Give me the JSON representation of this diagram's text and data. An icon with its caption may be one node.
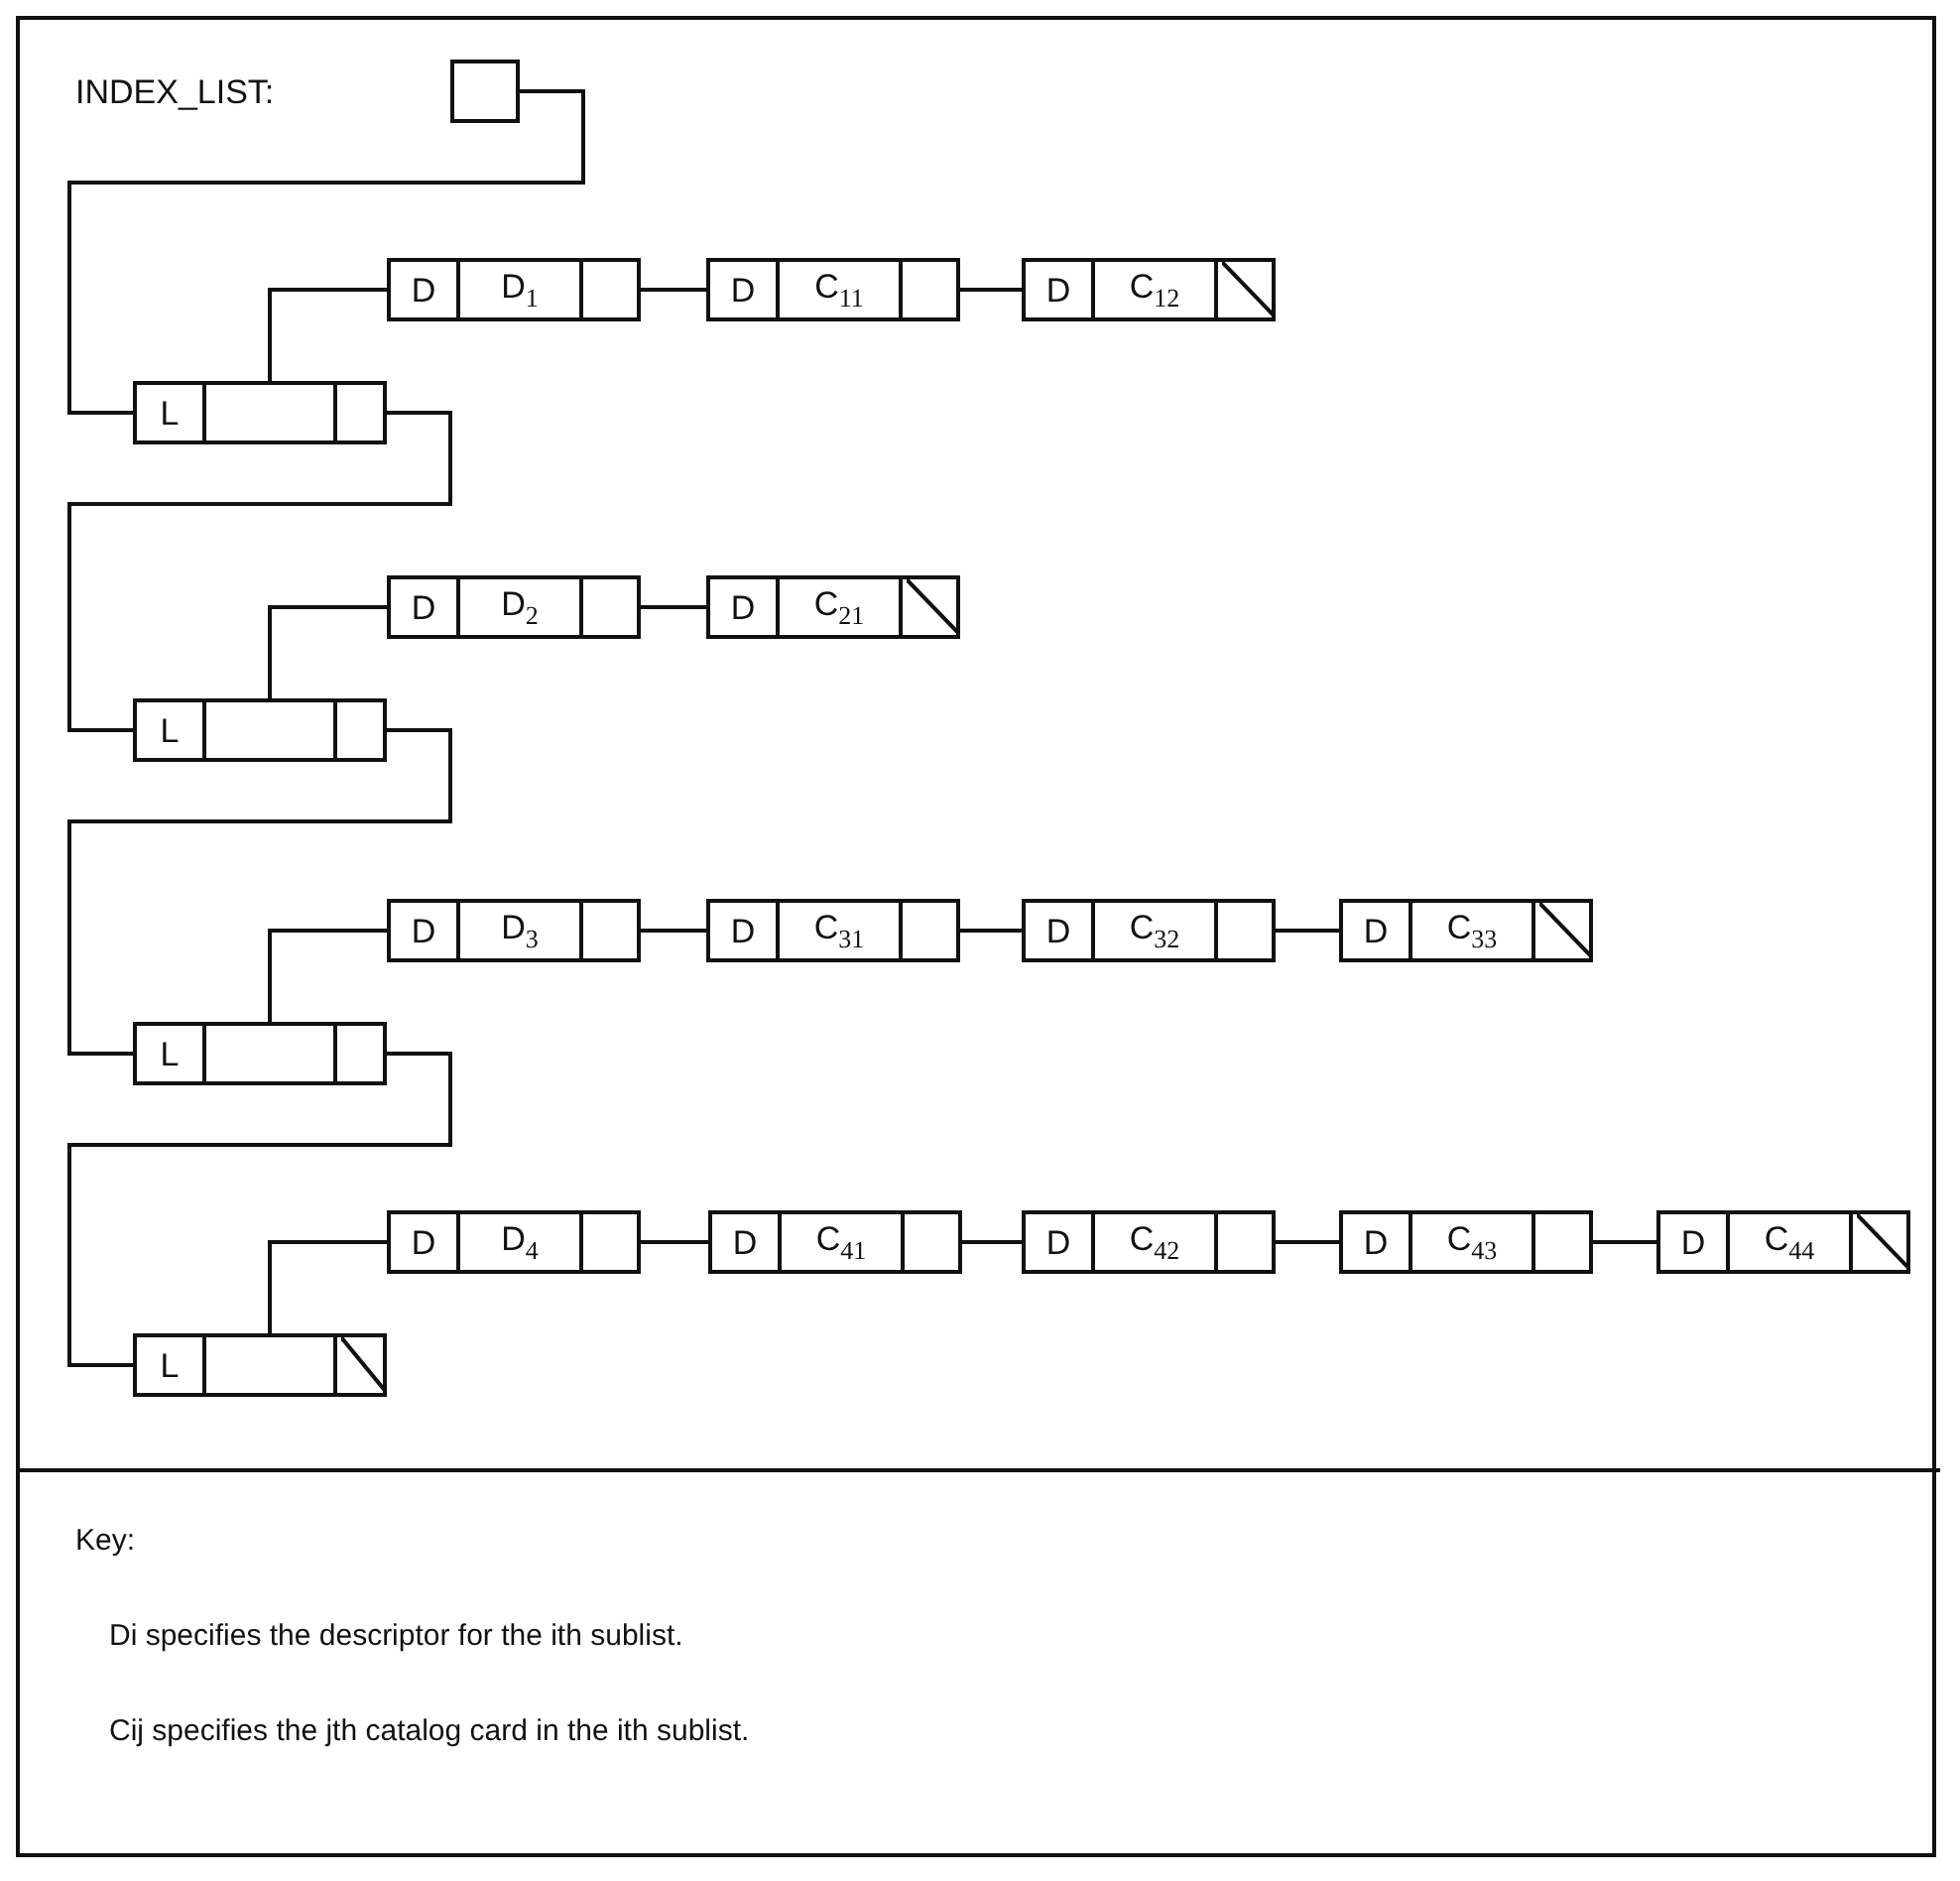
{
  "diagram": {
    "nodes": [
      {
        "text": [],
        "shape": "box"
      },
      {
        "text": [
          "D",
          "D$_{1}$"
        ]
      },
      {
        "text": [
          "D",
          "C$_{11}$"
        ]
      },
      {
        "text": [
          "D",
          "C$_{12}$"
        ]
      },
      {
        "text": [
          "L"
        ]
      },
      {
        "text": [
          "D",
          "D$_{2}$"
        ]
      },
      {
        "text": [
          "D",
          "C$_{21}$"
        ]
      },
      {
        "text": [
          "L"
        ]
      },
      {
        "text": [
          "D",
          "D$_{3}$"
        ]
      },
      {
        "text": [
          "D",
          "C$_{31}$"
        ]
      },
      {
        "text": [
          "D",
          "C$_{32}$"
        ]
      },
      {
        "text": [
          "D",
          "C$_{33}$"
        ]
      },
      {
        "text": [
          "L"
        ]
      },
      {
        "text": [
          "D",
          "D$_{4}$"
        ]
      },
      {
        "text": [
          "D",
          "C$_{41}$"
        ]
      },
      {
        "text": [
          "D",
          "C$_{42}$"
        ]
      },
      {
        "text": [
          "D",
          "C$_{43}$"
        ]
      },
      {
        "text": [
          "D",
          "C$_{44}$"
        ]
      },
      {
        "text": [
          "L"
        ]
      }
    ],
    "edges": [
      {
        "from": 0,
        "to": 4,
        "arrow": "none"
      },
      {
        "from": 4,
        "to": 1,
        "arrow": "none"
      },
      {
        "from": 1,
        "to": 2,
        "arrow": "none"
      },
      {
        "from": 2,
        "to": 3,
        "arrow": "none"
      },
      {
        "from": 4,
        "to": 7,
        "arrow": "none"
      },
      {
        "from": 7,
        "to": 5,
        "arrow": "none"
      },
      {
        "from": 5,
        "to": 6,
        "arrow": "none"
      },
      {
        "from": 7,
        "to": 12,
        "arrow": "none"
      },
      {
        "from": 12,
        "to": 8,
        "arrow": "none"
      },
      {
        "from": 8,
        "to": 9,
        "arrow": "none"
      },
      {
        "from": 9,
        "to": 10,
        "arrow": "none"
      },
      {
        "from": 10,
        "to": 11,
        "arrow": "none"
      },
      {
        "from": 12,
        "to": 18,
        "arrow": "none"
      },
      {
        "from": 18,
        "to": 13,
        "arrow": "none"
      },
      {
        "from": 13,
        "to": 14,
        "arrow": "none"
      },
      {
        "from": 14,
        "to": 15,
        "arrow": "none"
      },
      {
        "from": 15,
        "to": 16,
        "arrow": "none"
      },
      {
        "from": 16,
        "to": 17,
        "arrow": "none"
      }
    ],
    "labels": [
      "INDEX_LIST:",
      "Key:",
      "Di specifies the descriptor for the ith sublist.",
      "Cij specifies the jth catalog card in the ith sublist."
    ]
  }
}
